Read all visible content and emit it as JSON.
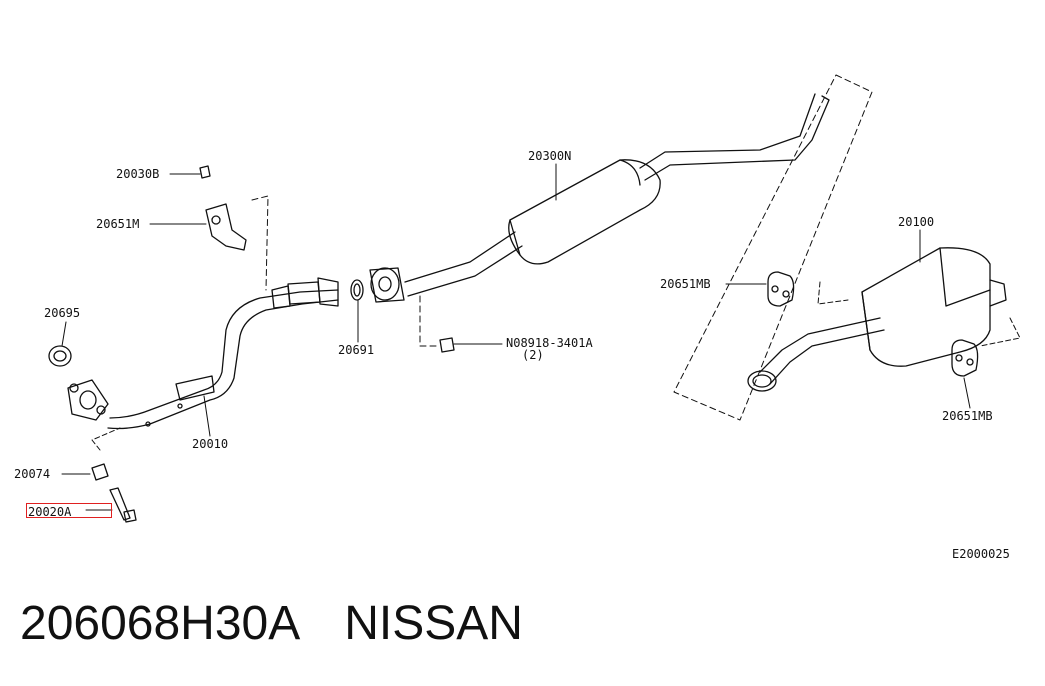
{
  "diagram": {
    "labels": {
      "p20030b": "20030B",
      "p20651m": "20651M",
      "p20695": "20695",
      "p20074": "20074",
      "p20020a": "20020A",
      "p20010": "20010",
      "p20691": "20691",
      "p20300n": "20300N",
      "p08918": "N08918-3401A",
      "p08918_qty": "(2)",
      "p20651mb_left": "20651MB",
      "p20100": "20100",
      "p20651mb_right": "20651MB"
    },
    "reference_code": "E2000025",
    "highlight_color": "#e02020"
  },
  "footer": {
    "part_number": "206068H30A",
    "brand": "NISSAN"
  }
}
